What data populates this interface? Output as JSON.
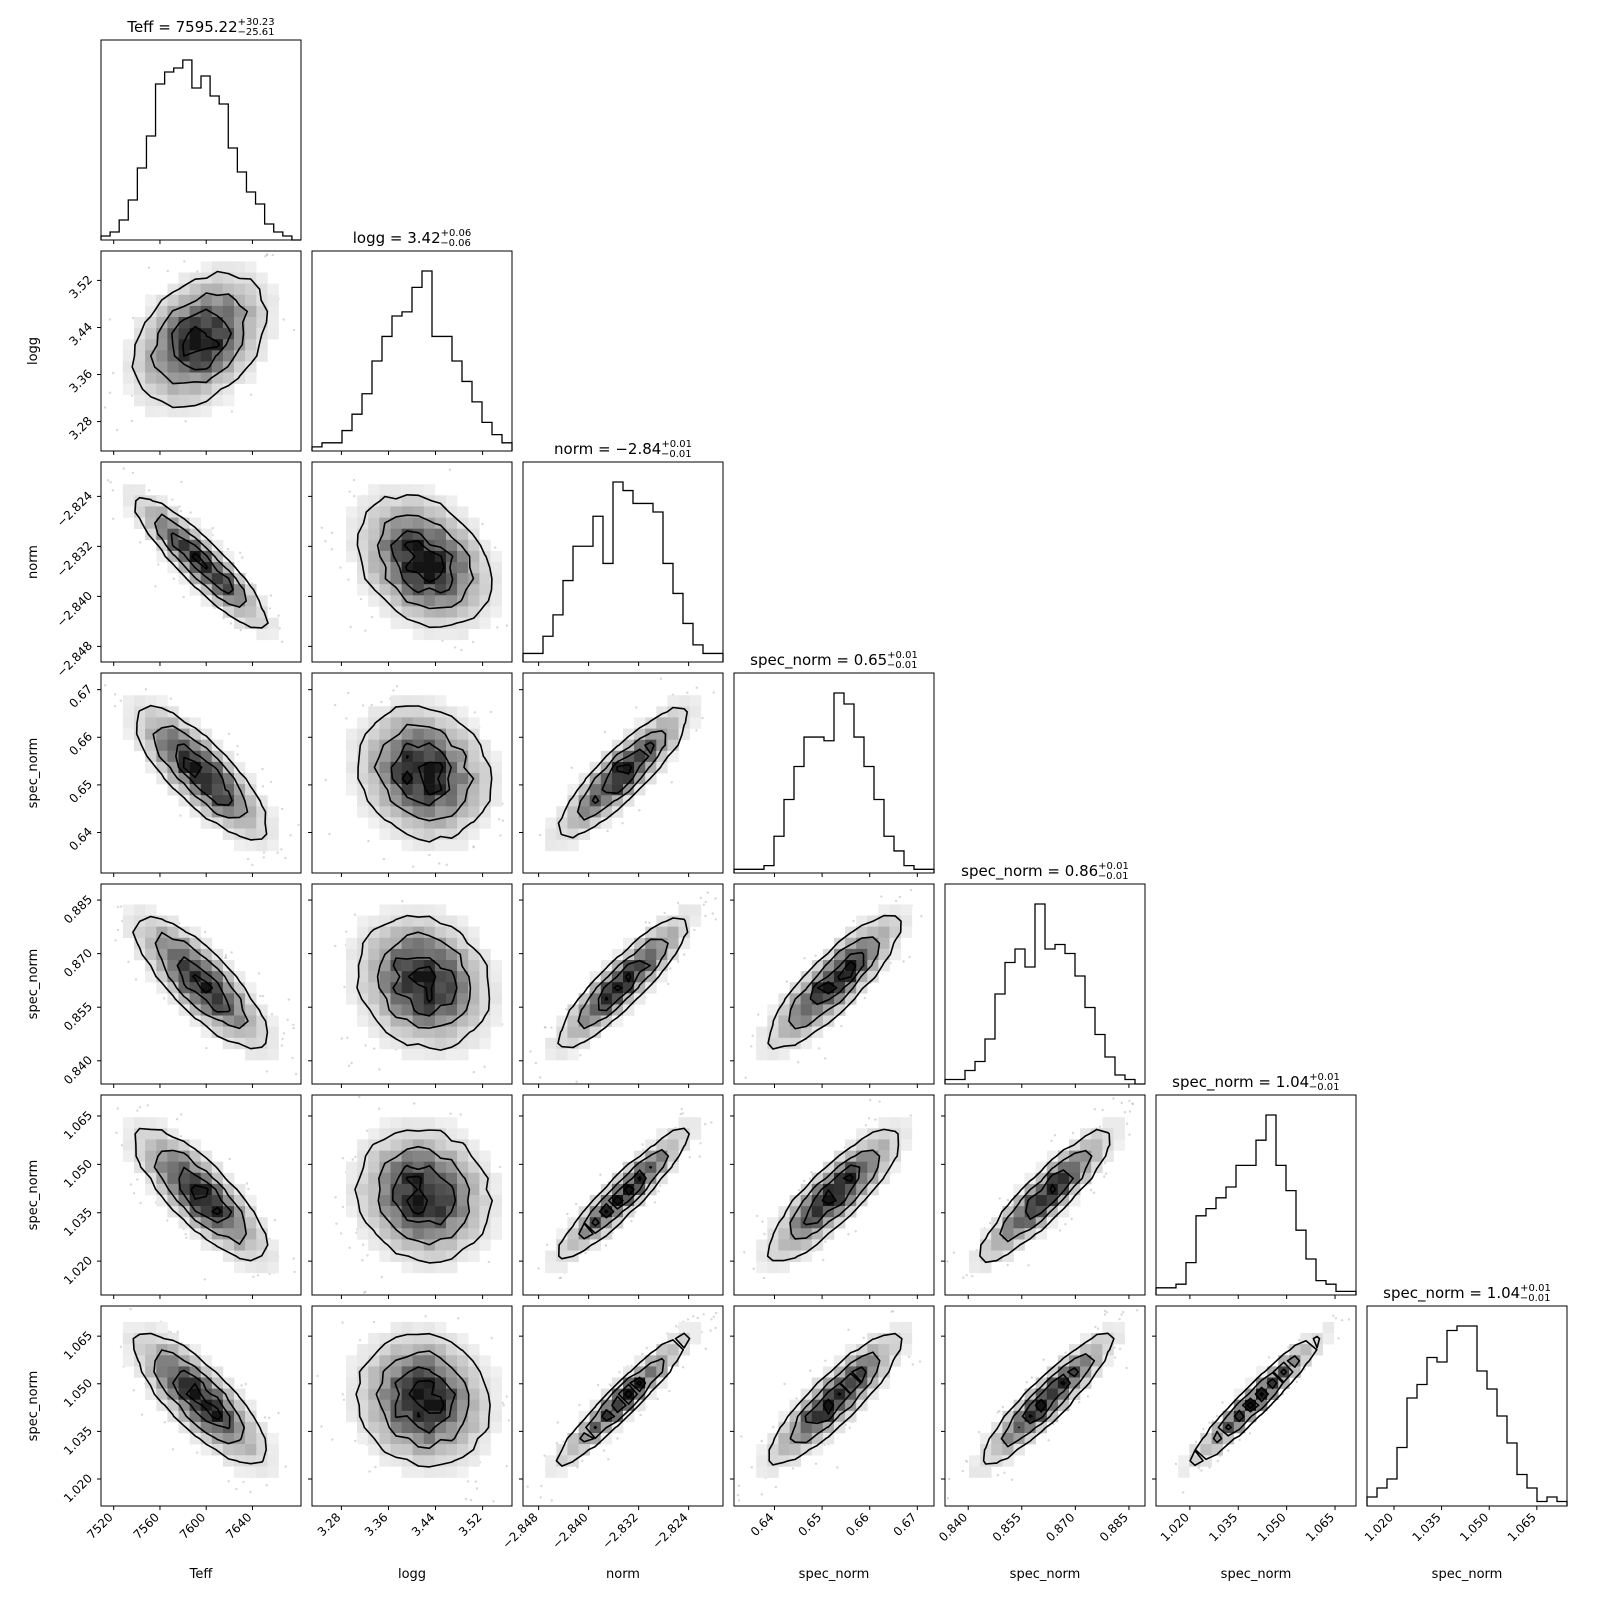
{
  "chart_data": {
    "type": "corner",
    "params": [
      {
        "label": "Teff",
        "title": "Teff = 7595.22",
        "sup": "+30.23",
        "sub": "−25.61",
        "range": [
          7509,
          7682
        ],
        "ticks": [
          7520,
          7560,
          7600,
          7640
        ],
        "tick_labels": [
          "7520",
          "7560",
          "7600",
          "7640"
        ],
        "median": 7595.22,
        "hist": [
          1,
          2,
          5,
          10,
          18,
          26,
          39,
          42,
          43,
          45,
          38,
          41,
          36,
          34,
          23,
          17,
          12,
          9,
          4,
          2,
          1,
          0
        ]
      },
      {
        "label": "logg",
        "title": "logg = 3.42",
        "sup": "+0.06",
        "sub": "−0.06",
        "range": [
          3.23,
          3.57
        ],
        "ticks": [
          3.28,
          3.36,
          3.44,
          3.52
        ],
        "tick_labels": [
          "3.28",
          "3.36",
          "3.44",
          "3.52"
        ],
        "median": 3.42,
        "hist": [
          1,
          2,
          2,
          5,
          9,
          14,
          22,
          28,
          33,
          34,
          40,
          44,
          28,
          28,
          22,
          17,
          12,
          7,
          4,
          2
        ]
      },
      {
        "label": "norm",
        "title": "norm = −2.84",
        "sup": "+0.01",
        "sub": "−0.01",
        "range": [
          -2.8505,
          -2.8185
        ],
        "ticks": [
          -2.848,
          -2.84,
          -2.832,
          -2.824
        ],
        "tick_labels": [
          "−2.848",
          "−2.840",
          "−2.832",
          "−2.824"
        ],
        "median": -2.8345,
        "hist": [
          2,
          2,
          6,
          11,
          19,
          27,
          27,
          34,
          23,
          42,
          40,
          37,
          37,
          35,
          23,
          16,
          9,
          4,
          2,
          2
        ]
      },
      {
        "label": "spec_norm",
        "title": "spec_norm = 0.65",
        "sup": "+0.01",
        "sub": "−0.01",
        "range": [
          0.6315,
          0.6735
        ],
        "ticks": [
          0.64,
          0.65,
          0.66,
          0.67
        ],
        "tick_labels": [
          "0.64",
          "0.65",
          "0.66",
          "0.67"
        ],
        "median": 0.6525,
        "hist": [
          1,
          1,
          1,
          2,
          10,
          20,
          29,
          37,
          37,
          36,
          49,
          46,
          37,
          29,
          20,
          10,
          6,
          2,
          1,
          1
        ]
      },
      {
        "label": "spec_norm",
        "title": "spec_norm = 0.86",
        "sup": "+0.01",
        "sub": "−0.01",
        "range": [
          0.8335,
          0.8895
        ],
        "ticks": [
          0.84,
          0.855,
          0.87,
          0.885
        ],
        "tick_labels": [
          "0.840",
          "0.855",
          "0.870",
          "0.885"
        ],
        "median": 0.862,
        "hist": [
          1,
          1,
          3,
          5,
          10,
          20,
          27,
          30,
          26,
          40,
          30,
          31,
          29,
          24,
          17,
          11,
          6,
          2,
          1,
          0
        ]
      },
      {
        "label": "spec_norm",
        "title": "spec_norm = 1.04",
        "sup": "+0.01",
        "sub": "−0.01",
        "range": [
          1.0095,
          1.0715
        ],
        "ticks": [
          1.02,
          1.035,
          1.05,
          1.065
        ],
        "tick_labels": [
          "1.020",
          "1.035",
          "1.050",
          "1.065"
        ],
        "median": 1.0405,
        "hist": [
          2,
          2,
          3,
          9,
          22,
          24,
          27,
          30,
          36,
          36,
          43,
          50,
          36,
          29,
          18,
          10,
          4,
          3,
          1,
          1
        ]
      },
      {
        "label": "spec_norm",
        "title": "spec_norm = 1.04",
        "sup": "+0.01",
        "sub": "−0.01",
        "range": [
          1.0115,
          1.0745
        ],
        "ticks": [
          1.02,
          1.035,
          1.05,
          1.065
        ],
        "tick_labels": [
          "1.020",
          "1.035",
          "1.050",
          "1.065"
        ],
        "median": 1.045,
        "hist": [
          2,
          4,
          6,
          13,
          24,
          27,
          33,
          32,
          39,
          40,
          40,
          30,
          26,
          20,
          14,
          7,
          4,
          1,
          2,
          1
        ]
      }
    ],
    "correlations": [
      [
        1,
        0.35,
        -0.9,
        -0.8,
        -0.8,
        -0.8,
        -0.8
      ],
      [
        0.35,
        1,
        -0.3,
        -0.15,
        -0.15,
        -0.1,
        -0.1
      ],
      [
        -0.9,
        -0.3,
        1,
        0.88,
        0.9,
        0.93,
        0.95
      ],
      [
        -0.8,
        -0.15,
        0.88,
        1,
        0.85,
        0.85,
        0.88
      ],
      [
        -0.8,
        -0.15,
        0.9,
        0.85,
        1,
        0.9,
        0.92
      ],
      [
        -0.8,
        -0.1,
        0.93,
        0.85,
        0.9,
        1,
        0.96
      ],
      [
        -0.8,
        -0.1,
        0.95,
        0.88,
        0.92,
        0.96,
        1
      ]
    ],
    "grid": false
  }
}
